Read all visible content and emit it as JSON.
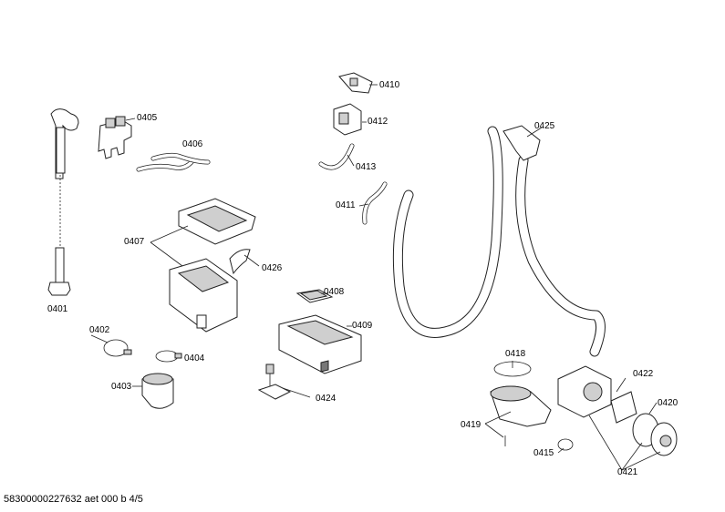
{
  "labels": {
    "p0401": "0401",
    "p0402": "0402",
    "p0403": "0403",
    "p0404": "0404",
    "p0405": "0405",
    "p0406": "0406",
    "p0407": "0407",
    "p0408": "0408",
    "p0409": "0409",
    "p0410": "0410",
    "p0411": "0411",
    "p0412": "0412",
    "p0413": "0413",
    "p0415": "0415",
    "p0418": "0418",
    "p0419": "0419",
    "p0420": "0420",
    "p0421": "0421",
    "p0422": "0422",
    "p0424": "0424",
    "p0425": "0425",
    "p0426": "0426"
  },
  "footer": "58300000227632 aet 000 b 4/5"
}
